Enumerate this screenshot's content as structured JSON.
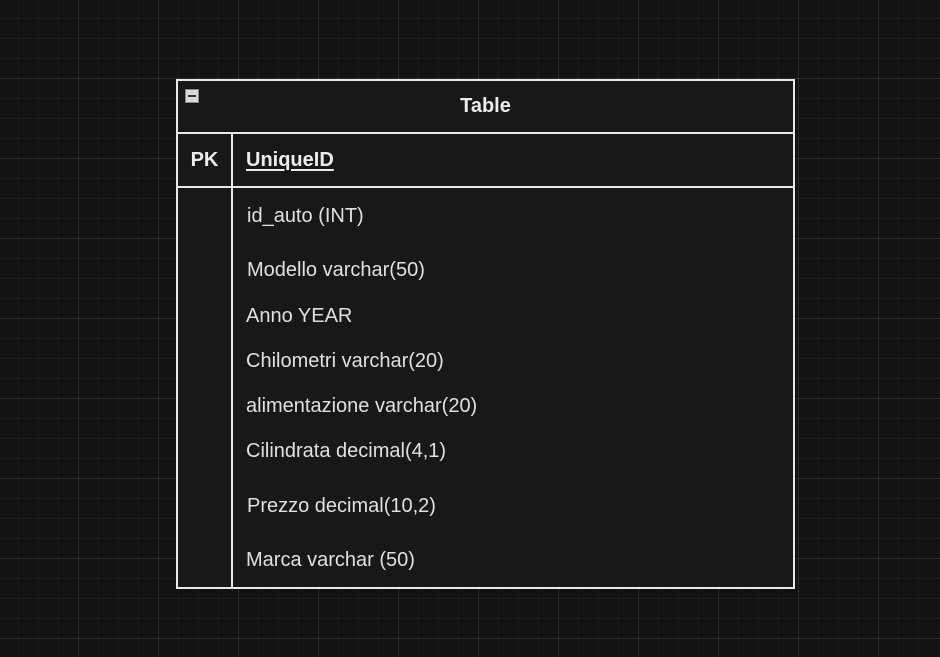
{
  "entity": {
    "title": "Table",
    "pk_label": "PK",
    "pk_field": "UniqueID",
    "fields": [
      " id_auto (INT)",
      " Modello varchar(50)",
      "Anno YEAR",
      "Chilometri varchar(20)",
      "alimentazione varchar(20)",
      "Cilindrata decimal(4,1)",
      " Prezzo decimal(10,2)",
      "Marca varchar (50)"
    ]
  },
  "colors": {
    "canvas": "#121212",
    "border": "#e8e8e8",
    "text": "#e0e0e0"
  }
}
